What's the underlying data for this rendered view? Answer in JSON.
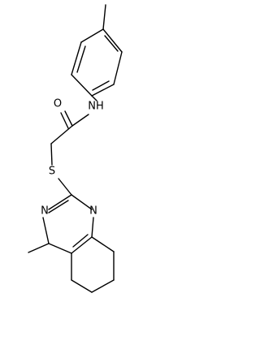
{
  "structure": {
    "atom_labels": {
      "oxygen": "O",
      "amide_nitrogen": "NH",
      "sulfur": "S",
      "pyrimidine_n_left": "N",
      "pyrimidine_n_right": "N"
    },
    "bond_color": "#000000",
    "background_color": "#ffffff"
  }
}
